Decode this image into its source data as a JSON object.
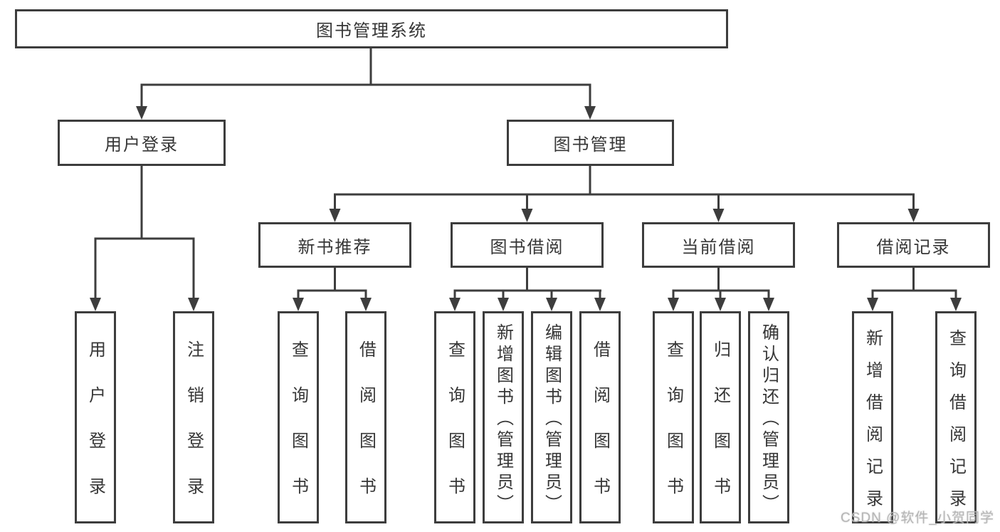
{
  "root": {
    "label": "图书管理系统"
  },
  "branches": {
    "user": {
      "label": "用户登录",
      "children": [
        {
          "label": "用户登录"
        },
        {
          "label": "注销登录"
        }
      ]
    },
    "books": {
      "label": "图书管理",
      "modules": [
        {
          "label": "新书推荐",
          "children": [
            {
              "label": "查询图书"
            },
            {
              "label": "借阅图书"
            }
          ]
        },
        {
          "label": "图书借阅",
          "children": [
            {
              "label": "查询图书"
            },
            {
              "label": "新增图书（管理员）"
            },
            {
              "label": "编辑图书（管理员）"
            },
            {
              "label": "借阅图书"
            }
          ]
        },
        {
          "label": "当前借阅",
          "children": [
            {
              "label": "查询图书"
            },
            {
              "label": "归还图书"
            },
            {
              "label": "确认归还（管理员）"
            }
          ]
        },
        {
          "label": "借阅记录",
          "children": [
            {
              "label": "新增借阅记录"
            },
            {
              "label": "查询借阅记录"
            }
          ]
        }
      ]
    }
  },
  "watermark": "CSDN @软件_小贺同学",
  "colors": {
    "line": "#3d3d3d",
    "text": "#363636",
    "background": "#ffffff",
    "watermark": "#b5b5b5"
  }
}
